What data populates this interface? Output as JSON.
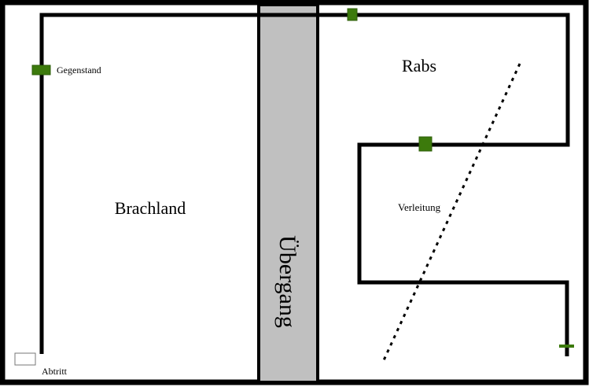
{
  "diagram": {
    "areas": {
      "brachland": "Brachland",
      "uebergang": "Übergang",
      "rabs": "Rabs"
    },
    "labels": {
      "gegenstand": "Gegenstand",
      "abtritt": "Abtritt",
      "verleitung": "Verleitung"
    },
    "colors": {
      "frame": "#000000",
      "path": "#000000",
      "corridor_fill": "#c0c0c0",
      "marker_fill": "#3c7a0c",
      "marker_stroke": "#2d5c08",
      "background": "#ffffff"
    }
  }
}
